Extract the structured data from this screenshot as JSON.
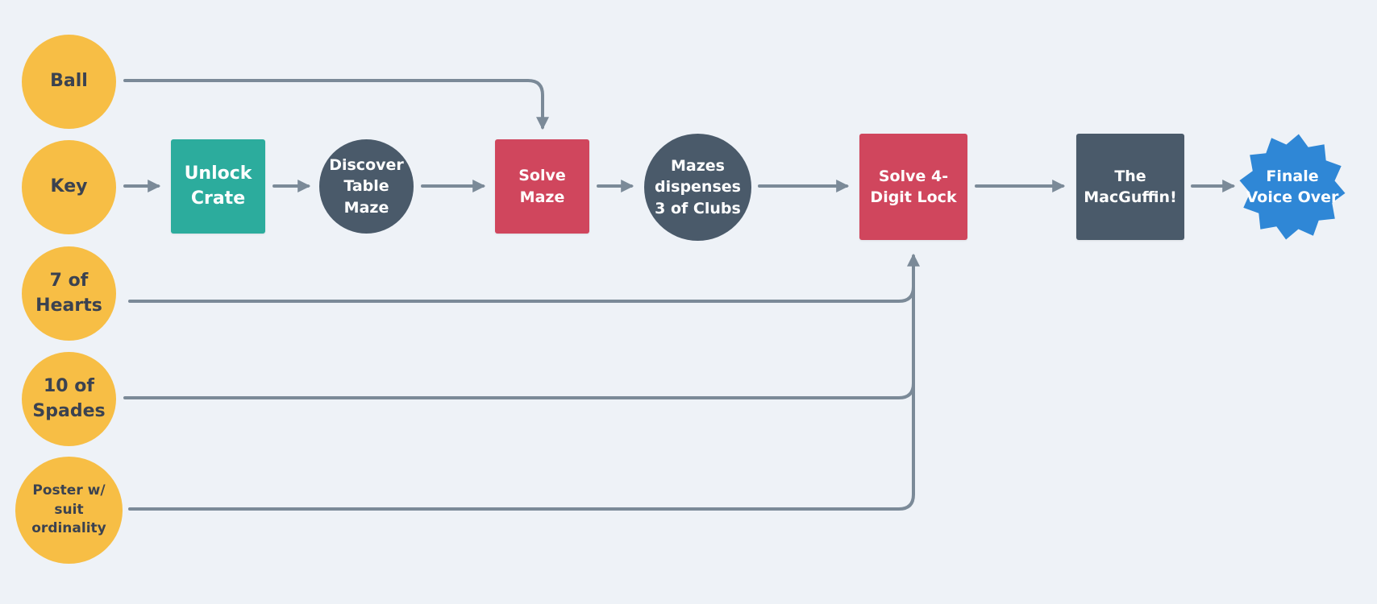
{
  "diagram": {
    "nodes": {
      "ball": "Ball",
      "key": "Key",
      "seven_hearts": "7 of\nHearts",
      "ten_spades": "10 of\nSpades",
      "poster": "Poster w/\nsuit\nordinality",
      "unlock_crate": "Unlock\nCrate",
      "discover_maze": "Discover\nTable\nMaze",
      "solve_maze": "Solve\nMaze",
      "mazes_dispense": "Mazes\ndispenses\n3 of Clubs",
      "solve_lock": "Solve 4-\nDigit Lock",
      "macguffin": "The\nMacGuffin!",
      "finale": "Finale\nVoice Over"
    },
    "edges": [
      {
        "from": "Ball",
        "to": "Solve Maze"
      },
      {
        "from": "Key",
        "to": "Unlock Crate"
      },
      {
        "from": "Unlock Crate",
        "to": "Discover Table Maze"
      },
      {
        "from": "Discover Table Maze",
        "to": "Solve Maze"
      },
      {
        "from": "Solve Maze",
        "to": "Mazes dispenses 3 of Clubs"
      },
      {
        "from": "Mazes dispenses 3 of Clubs",
        "to": "Solve 4-Digit Lock"
      },
      {
        "from": "7 of Hearts",
        "to": "Solve 4-Digit Lock"
      },
      {
        "from": "10 of Spades",
        "to": "Solve 4-Digit Lock"
      },
      {
        "from": "Poster w/ suit ordinality",
        "to": "Solve 4-Digit Lock"
      },
      {
        "from": "Solve 4-Digit Lock",
        "to": "The MacGuffin!"
      },
      {
        "from": "The MacGuffin!",
        "to": "Finale Voice Over"
      }
    ],
    "colors": {
      "item": "#f7be45",
      "action_teal": "#2cac9d",
      "event_slate": "#4a5a6a",
      "puzzle_red": "#d0465d",
      "finale_blue": "#2f87d6",
      "connector": "#7b8a98",
      "background": "#eef2f7"
    }
  }
}
